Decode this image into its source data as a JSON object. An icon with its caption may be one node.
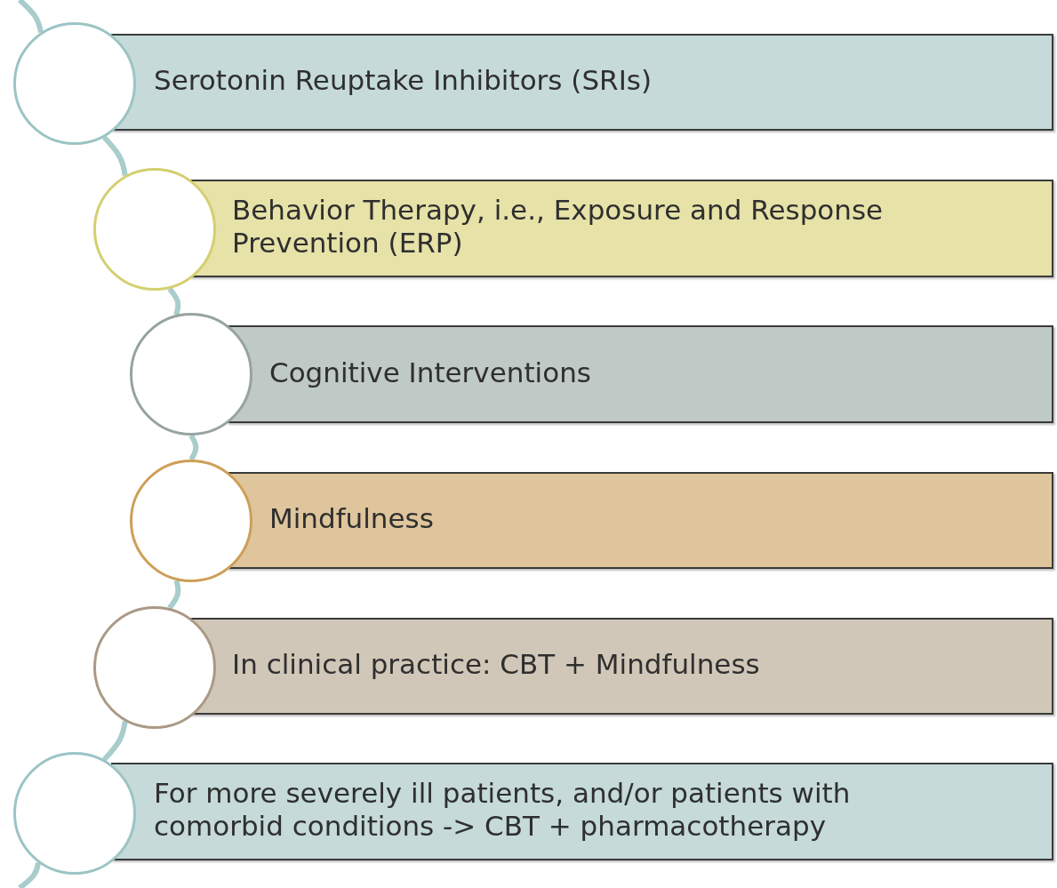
{
  "diagram": {
    "nodes": [
      {
        "text": [
          "Serotonin Reuptake Inhibitors (SRIs)"
        ]
      },
      {
        "text": [
          "Behavior Therapy, i.e., Exposure and Response Prevention (ERP)"
        ]
      },
      {
        "text": [
          "Cognitive Interventions"
        ]
      },
      {
        "text": [
          "Mindfulness"
        ]
      },
      {
        "text": [
          "In clinical practice: CBT + Mindfulness"
        ]
      },
      {
        "text": [
          "For more severely ill patients, and/or patients with comorbid conditions -> CBT + pharmacotherapy"
        ]
      },
      {
        "text": [],
        "shape": "circle"
      },
      {
        "text": [],
        "shape": "circle"
      },
      {
        "text": [],
        "shape": "circle"
      },
      {
        "text": [],
        "shape": "circle"
      },
      {
        "text": [],
        "shape": "circle"
      },
      {
        "text": [],
        "shape": "circle"
      }
    ],
    "edges": [
      {
        "from": null,
        "to": 6,
        "arrow": "none"
      },
      {
        "from": 6,
        "to": 7,
        "arrow": "none"
      },
      {
        "from": 7,
        "to": 8,
        "arrow": "none"
      },
      {
        "from": 8,
        "to": 9,
        "arrow": "none"
      },
      {
        "from": 9,
        "to": 10,
        "arrow": "none"
      },
      {
        "from": 10,
        "to": 11,
        "arrow": "none"
      },
      {
        "from": 11,
        "to": null,
        "arrow": "none"
      }
    ]
  }
}
